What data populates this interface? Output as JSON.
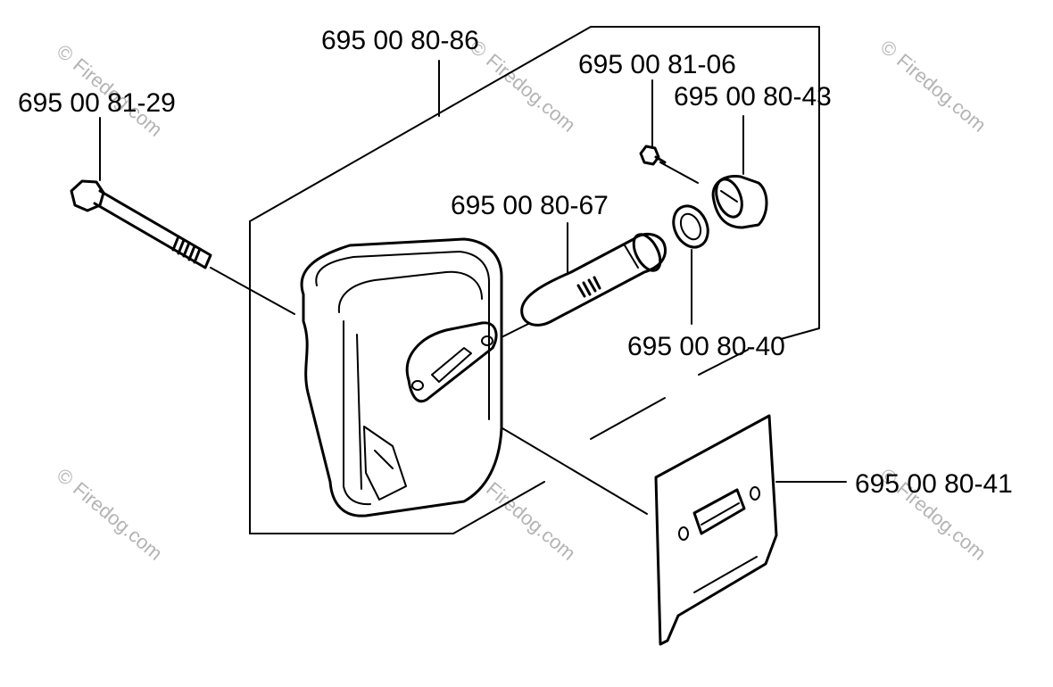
{
  "labels": {
    "muffler": "695 00 80-86",
    "bolt": "695 00 81-29",
    "screw": "695 00 81-06",
    "deflector": "695 00 80-43",
    "tube": "695 00 80-67",
    "washer": "695 00 80-40",
    "gasket": "695 00 80-41"
  },
  "watermark": {
    "text": "Firedog.com",
    "copyright": "©"
  }
}
